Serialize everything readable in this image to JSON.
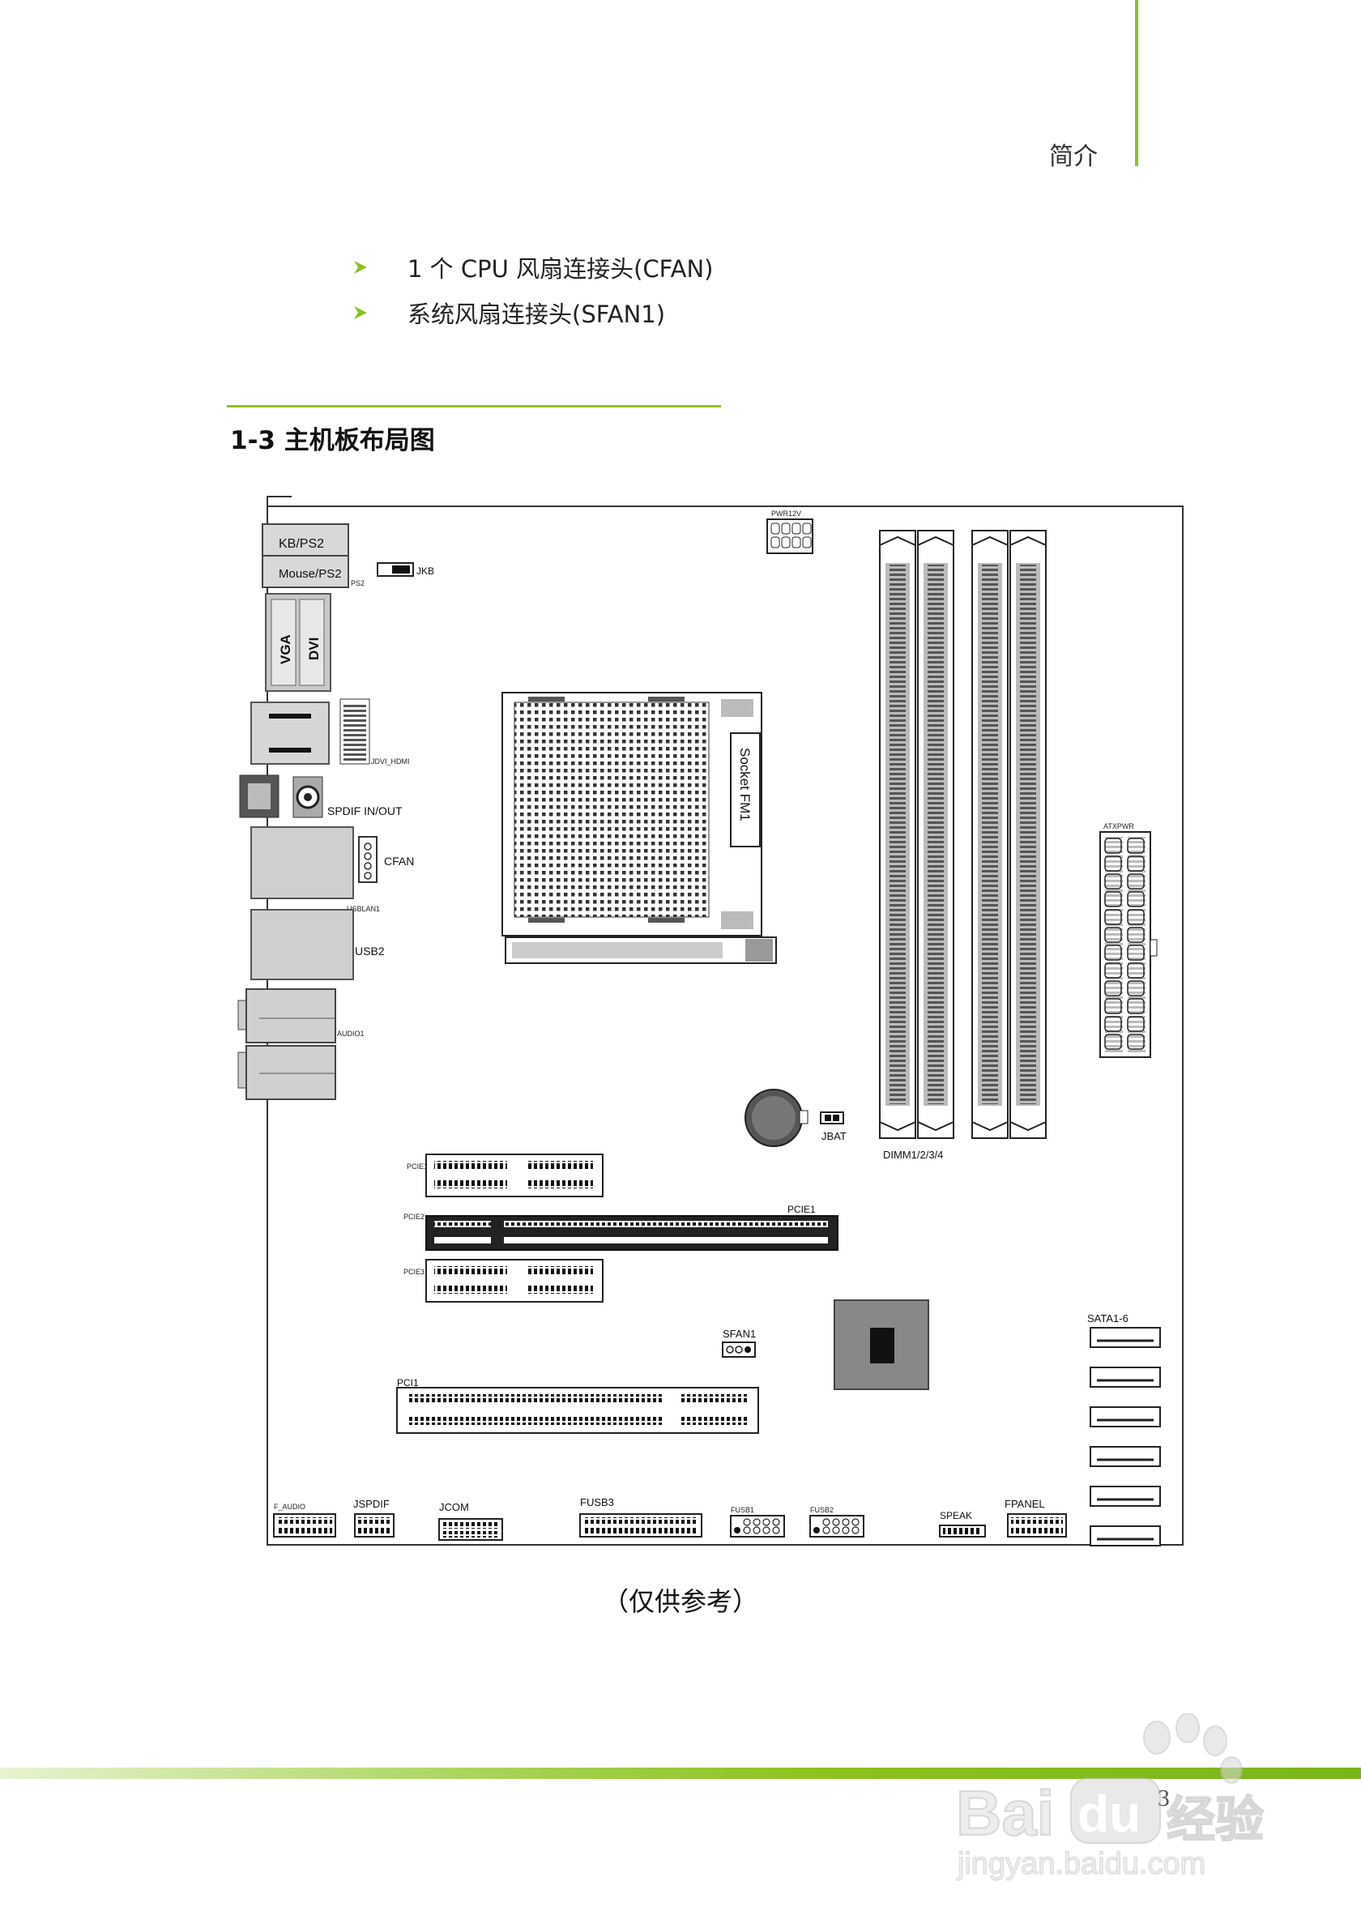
{
  "header": {
    "section_label": "简介"
  },
  "bullets": [
    {
      "text": "1 个 CPU 风扇连接头(CFAN)"
    },
    {
      "text": "系统风扇连接头(SFAN1)"
    }
  ],
  "section_heading": "1-3 主机板布局图",
  "diagram": {
    "labels": {
      "kb_ps2": "KB/PS2",
      "mouse_ps2": "Mouse/PS2",
      "ps2": "PS2",
      "jkb": "JKB",
      "vga": "VGA",
      "dvi": "DVI",
      "jdvi_hdmi": "JDVI_HDMI",
      "spdif": "SPDIF IN/OUT",
      "cfan": "CFAN",
      "usblan1": "USBLAN1",
      "usb2": "USB2",
      "audio1": "AUDIO1",
      "pwr12v": "PWR12V",
      "socket": "Socket FM1",
      "atxpwr": "ATXPWR",
      "dimm": "DIMM1/2/3/4",
      "jbat": "JBAT",
      "pcie1_small": "PCIE1",
      "pcie2": "PCIE2",
      "pcie1_long": "PCIE1",
      "pcie3": "PCIE3",
      "sfan1": "SFAN1",
      "pci1": "PCI1",
      "sata": "SATA1-6",
      "f_audio": "F_AUDIO",
      "jspdif": "JSPDIF",
      "jcom": "JCOM",
      "fusb3": "FUSB3",
      "fusb1": "FUSB1",
      "fusb2": "FUSB2",
      "speak": "SPEAK",
      "fpanel": "FPANEL"
    }
  },
  "caption": "（仅供参考）",
  "footer": {
    "page_number": "3"
  },
  "watermark": {
    "logo_text": "Baidu经验",
    "url_text": "jingyan.baidu.com"
  },
  "colors": {
    "accent_green": "#8dc21f"
  }
}
